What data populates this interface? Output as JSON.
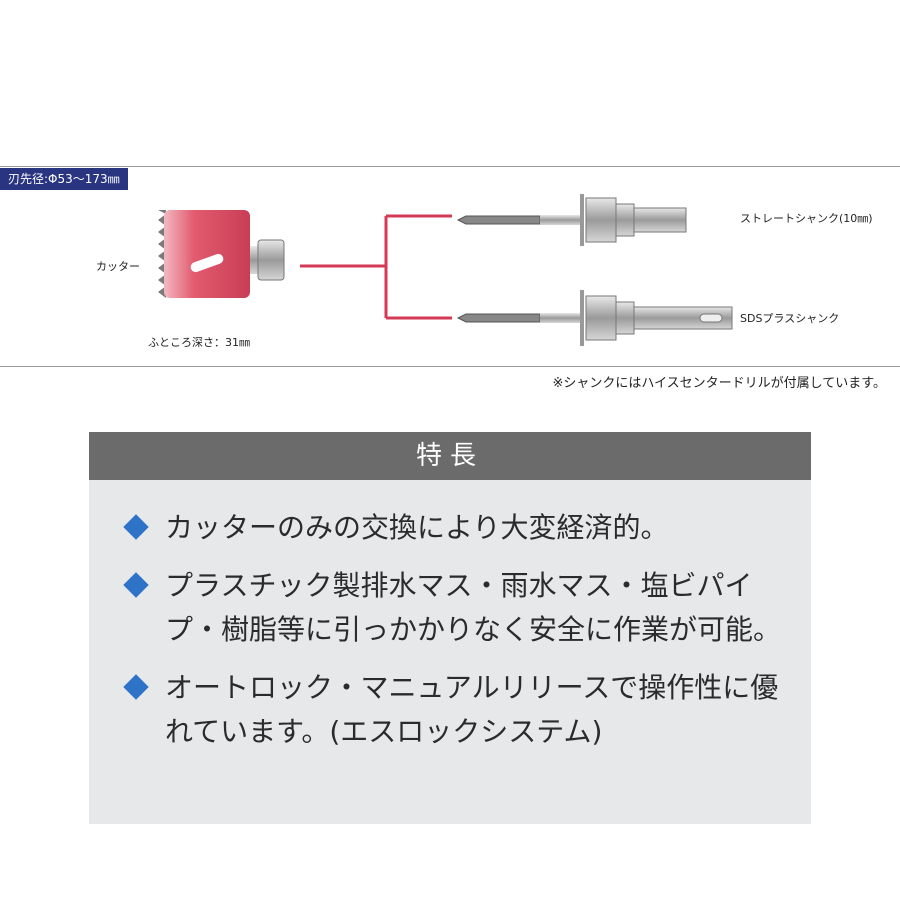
{
  "spec": {
    "tag": "刃先径:Φ53〜173㎜",
    "cutter_label": "カッター",
    "depth_label": "ふところ深さ：31㎜",
    "shank_straight": "ストレートシャンク(10㎜)",
    "shank_sds": "SDSプラスシャンク",
    "note": "※シャンクにはハイスセンタードリルが付属しています。"
  },
  "colors": {
    "tag_bg": "#2a3582",
    "cutter": "#e25b6f",
    "connector": "#d43a55",
    "diamond": "#2e73c8"
  },
  "features": {
    "title": "特長",
    "items": [
      "カッターのみの交換により大変経済的。",
      "プラスチック製排水マス・雨水マス・塩ビパイプ・樹脂等に引っかかりなく安全に作業が可能。",
      "オートロック・マニュアルリリースで操作性に優れています。(エスロックシステム)"
    ]
  }
}
